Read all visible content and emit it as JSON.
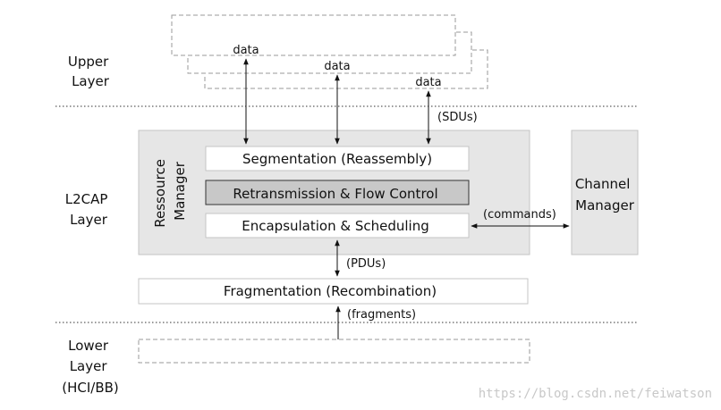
{
  "layers": {
    "upper": [
      "Upper",
      "Layer"
    ],
    "l2cap": [
      "L2CAP",
      "Layer"
    ],
    "lower": [
      "Lower",
      "Layer",
      "(HCI/BB)"
    ]
  },
  "data_labels": [
    "data",
    "data",
    "data"
  ],
  "labels": {
    "sdus": "(SDUs)",
    "pdus": "(PDUs)",
    "fragments": "(fragments)",
    "commands": "(commands)"
  },
  "resource_manager": [
    "Ressource",
    "Manager"
  ],
  "channel_manager": [
    "Channel",
    "Manager"
  ],
  "blocks": {
    "segmentation": "Segmentation (Reassembly)",
    "retransmission": "Retransmission & Flow Control",
    "encapsulation": "Encapsulation & Scheduling",
    "fragmentation": "Fragmentation (Recombination)"
  },
  "watermark": "https://blog.csdn.net/feiwatson",
  "colors": {
    "panel": "#e6e6e6",
    "retransmission_fill": "#c8c8c8",
    "dashed": "#9a9a9a",
    "line": "#111111"
  }
}
